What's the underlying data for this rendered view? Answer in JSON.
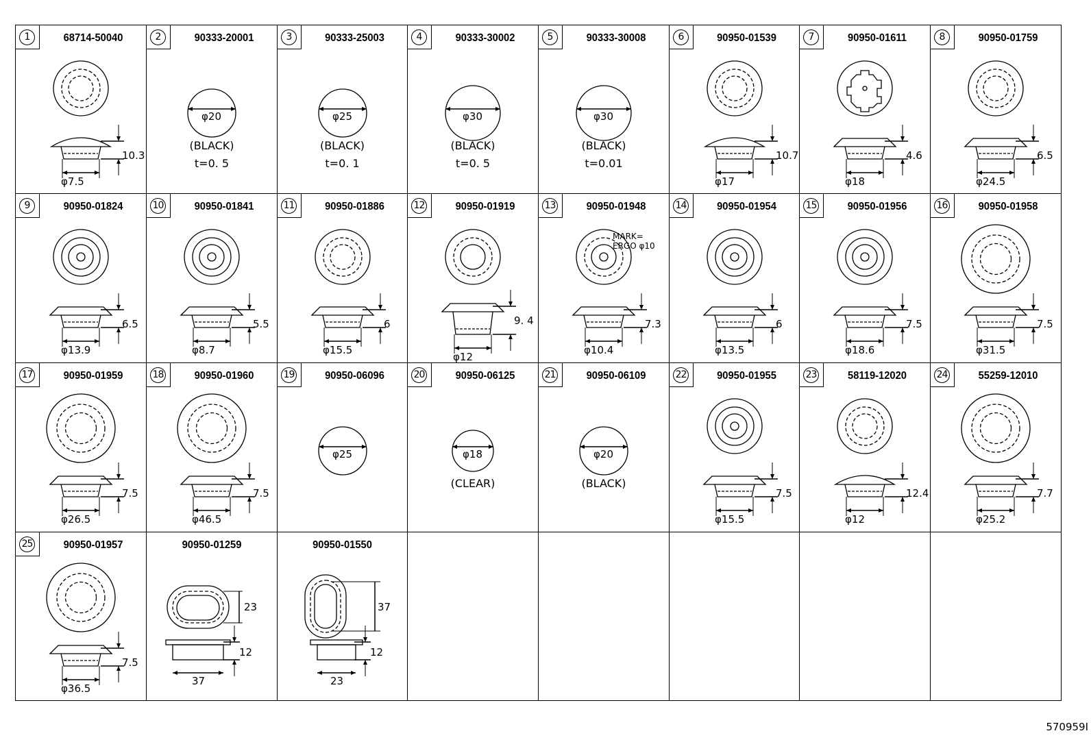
{
  "cells": [
    {
      "num": "1",
      "part": "68714-50040",
      "kind": "grommet",
      "style": "dome",
      "height": "10.3",
      "diameter": "φ7.5"
    },
    {
      "num": "2",
      "part": "90333-20001",
      "kind": "disc",
      "diameter": "φ20",
      "notes": [
        "(BLACK)",
        "t=0. 5"
      ]
    },
    {
      "num": "3",
      "part": "90333-25003",
      "kind": "disc",
      "diameter": "φ25",
      "notes": [
        "(BLACK)",
        "t=0. 1"
      ]
    },
    {
      "num": "4",
      "part": "90333-30002",
      "kind": "disc",
      "diameter": "φ30",
      "notes": [
        "(BLACK)",
        "t=0. 5"
      ]
    },
    {
      "num": "5",
      "part": "90333-30008",
      "kind": "disc",
      "diameter": "φ30",
      "notes": [
        "(BLACK)",
        "t=0.01"
      ]
    },
    {
      "num": "6",
      "part": "90950-01539",
      "kind": "grommet",
      "style": "dome",
      "height": "10.7",
      "diameter": "φ17"
    },
    {
      "num": "7",
      "part": "90950-01611",
      "kind": "grommet",
      "style": "gear",
      "height": "4.6",
      "diameter": "φ18"
    },
    {
      "num": "8",
      "part": "90950-01759",
      "kind": "grommet",
      "style": "flat",
      "height": "6.5",
      "diameter": "φ24.5"
    },
    {
      "num": "9",
      "part": "90950-01824",
      "kind": "grommet",
      "style": "rings",
      "height": "6.5",
      "diameter": "φ13.9"
    },
    {
      "num": "10",
      "part": "90950-01841",
      "kind": "grommet",
      "style": "rings",
      "height": "5.5",
      "diameter": "φ8.7"
    },
    {
      "num": "11",
      "part": "90950-01886",
      "kind": "grommet",
      "style": "flat",
      "height": "6",
      "diameter": "φ15.5"
    },
    {
      "num": "12",
      "part": "90950-01919",
      "kind": "grommet",
      "style": "tall",
      "height": "9. 4",
      "diameter": "φ12"
    },
    {
      "num": "13",
      "part": "90950-01948",
      "kind": "grommet",
      "style": "mark",
      "height": "7.3",
      "diameter": "φ10.4",
      "notes": [
        "MARK=",
        "ERGO φ10"
      ]
    },
    {
      "num": "14",
      "part": "90950-01954",
      "kind": "grommet",
      "style": "rings",
      "height": "6",
      "diameter": "φ13.5"
    },
    {
      "num": "15",
      "part": "90950-01956",
      "kind": "grommet",
      "style": "rings",
      "height": "7.5",
      "diameter": "φ18.6"
    },
    {
      "num": "16",
      "part": "90950-01958",
      "kind": "grommet",
      "style": "flat",
      "height": "7.5",
      "diameter": "φ31.5"
    },
    {
      "num": "17",
      "part": "90950-01959",
      "kind": "grommet",
      "style": "flat",
      "height": "7.5",
      "diameter": "φ26.5"
    },
    {
      "num": "18",
      "part": "90950-01960",
      "kind": "grommet",
      "style": "flat",
      "height": "7.5",
      "diameter": "φ46.5"
    },
    {
      "num": "19",
      "part": "90950-06096",
      "kind": "disc",
      "diameter": "φ25",
      "notes": []
    },
    {
      "num": "20",
      "part": "90950-06125",
      "kind": "disc",
      "diameter": "φ18",
      "notes": [
        "(CLEAR)"
      ]
    },
    {
      "num": "21",
      "part": "90950-06109",
      "kind": "disc",
      "diameter": "φ20",
      "notes": [
        "(BLACK)"
      ]
    },
    {
      "num": "22",
      "part": "90950-01955",
      "kind": "grommet",
      "style": "rings",
      "height": "7.5",
      "diameter": "φ15.5"
    },
    {
      "num": "23",
      "part": "58119-12020",
      "kind": "grommet",
      "style": "dome",
      "height": "12.4",
      "diameter": "φ12"
    },
    {
      "num": "24",
      "part": "55259-12010",
      "kind": "grommet",
      "style": "flat",
      "height": "7.7",
      "diameter": "φ25.2"
    },
    {
      "num": "25",
      "part": "90950-01957",
      "kind": "grommet",
      "style": "flat",
      "height": "7.5",
      "diameter": "φ36.5"
    },
    {
      "num": "",
      "part": "90950-01259",
      "kind": "oval",
      "orientation": "horizontal",
      "size": "23",
      "height": "12",
      "width": "37"
    },
    {
      "num": "",
      "part": "90950-01550",
      "kind": "oval",
      "orientation": "vertical",
      "size": "37",
      "height": "12",
      "width": "23"
    }
  ],
  "empty_cells": 5,
  "footer": {
    "code": "570959I"
  }
}
